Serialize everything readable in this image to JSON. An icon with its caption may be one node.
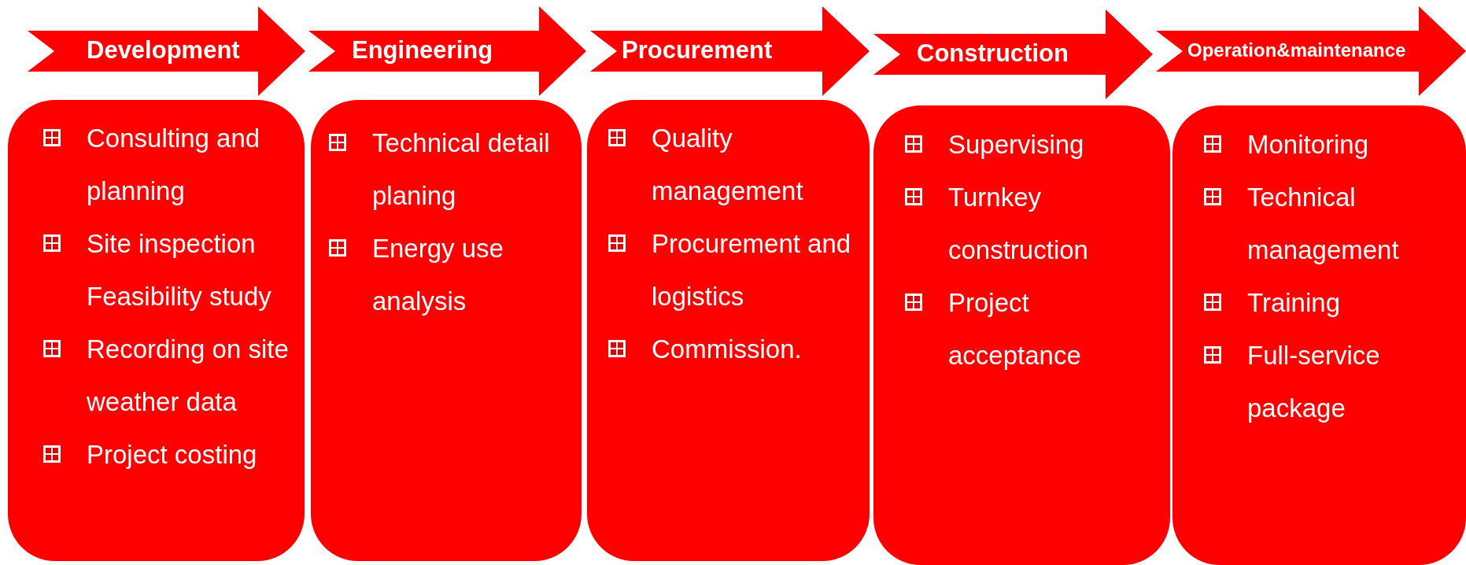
{
  "diagram": {
    "nodes": [
      {
        "text": [
          "Development"
        ]
      },
      {
        "text": [
          "Consulting and planning",
          "Site inspection Feasibility study",
          "Recording on site weather data",
          "Project costing"
        ]
      },
      {
        "text": [
          "Engineering"
        ]
      },
      {
        "text": [
          "Technical detail planing",
          "Energy use analysis"
        ]
      },
      {
        "text": [
          "Procurement"
        ]
      },
      {
        "text": [
          "Quality management",
          "Procurement and logistics",
          "Commission."
        ]
      },
      {
        "text": [
          "Construction"
        ]
      },
      {
        "text": [
          "Supervising",
          "Turnkey construction",
          "Project acceptance"
        ]
      },
      {
        "text": [
          "Operation&maintenance"
        ]
      },
      {
        "text": [
          "Monitoring",
          "Technical management",
          "Training",
          "Full-service package"
        ]
      }
    ],
    "edges": []
  }
}
